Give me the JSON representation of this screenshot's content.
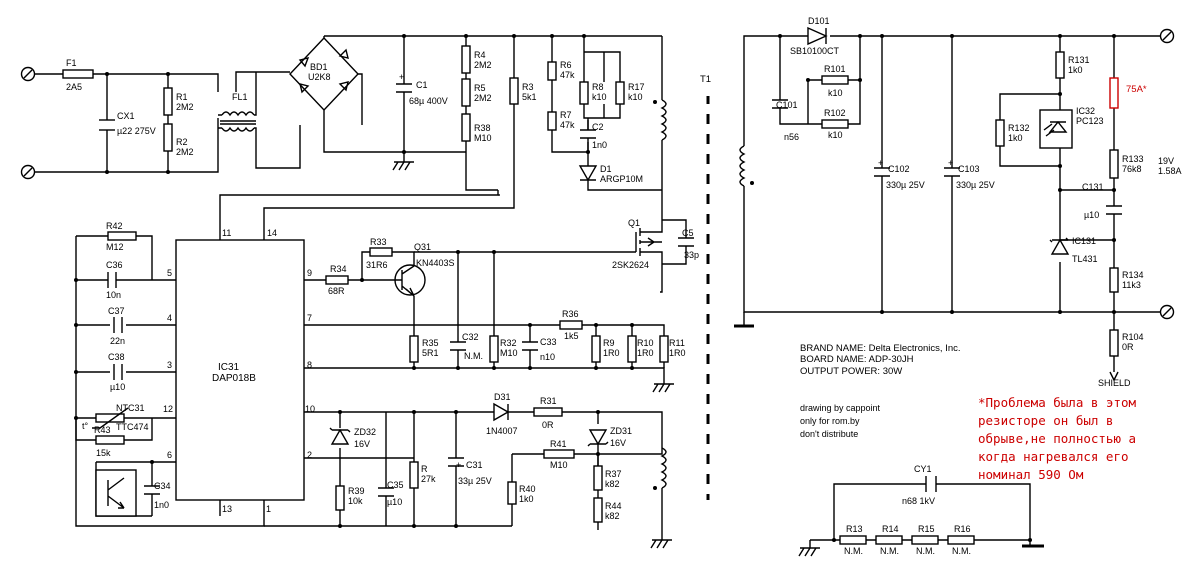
{
  "primary": {
    "fuse": {
      "ref": "F1",
      "val": "2A5"
    },
    "cx1": {
      "ref": "CX1",
      "val": "µ22 275V"
    },
    "r1": {
      "ref": "R1",
      "val": "2M2"
    },
    "r2": {
      "ref": "R2",
      "val": "2M2"
    },
    "fl1": {
      "ref": "FL1"
    },
    "bd1": {
      "ref": "BD1",
      "val": "U2K8"
    },
    "c1": {
      "ref": "C1",
      "val": "68µ 400V"
    },
    "r4": {
      "ref": "R4",
      "val": "2M2"
    },
    "r5": {
      "ref": "R5",
      "val": "2M2"
    },
    "r38": {
      "ref": "R38",
      "val": "M10"
    },
    "r3": {
      "ref": "R3",
      "val": "5k1"
    },
    "r6": {
      "ref": "R6",
      "val": "47k"
    },
    "r7": {
      "ref": "R7",
      "val": "47k"
    },
    "r8": {
      "ref": "R8",
      "val": "k10"
    },
    "r17": {
      "ref": "R17",
      "val": "k10"
    },
    "c2": {
      "ref": "C2",
      "val": "1n0"
    },
    "d1": {
      "ref": "D1",
      "val": "ARGP10M"
    },
    "t1": {
      "ref": "T1"
    },
    "q1": {
      "ref": "Q1",
      "val": "2SK2624"
    },
    "c5": {
      "ref": "C5",
      "val": "33p"
    },
    "r42": {
      "ref": "R42",
      "val": "M12"
    },
    "c36": {
      "ref": "C36",
      "val": "10n"
    },
    "c37": {
      "ref": "C37",
      "val": "22n"
    },
    "c38": {
      "ref": "C38",
      "val": "µ10"
    },
    "ntc31": {
      "ref": "NTC31",
      "val": "TTC474",
      "mark": "t°"
    },
    "r43": {
      "ref": "R43",
      "val": "15k"
    },
    "c34": {
      "ref": "C34",
      "val": "1n0"
    },
    "ic31": {
      "ref": "IC31",
      "val": "DAP018B",
      "pins": [
        "11",
        "14",
        "5",
        "4",
        "3",
        "12",
        "6",
        "13",
        "1",
        "9",
        "7",
        "8",
        "10",
        "2"
      ]
    },
    "r33": {
      "ref": "R33",
      "val": "31R6"
    },
    "q31": {
      "ref": "Q31",
      "val": "KN4403S"
    },
    "r34": {
      "ref": "R34",
      "val": "68R"
    },
    "r35": {
      "ref": "R35",
      "val": "5R1"
    },
    "c32": {
      "ref": "C32",
      "val": "N.M."
    },
    "r32": {
      "ref": "R32",
      "val": "M10"
    },
    "r36": {
      "ref": "R36",
      "val": "1k5"
    },
    "c33": {
      "ref": "C33",
      "val": "n10"
    },
    "r9": {
      "ref": "R9",
      "val": "1R0"
    },
    "r10": {
      "ref": "R10",
      "val": "1R0"
    },
    "r11": {
      "ref": "R11",
      "val": "1R0"
    },
    "zd32": {
      "ref": "ZD32",
      "val": "16V"
    },
    "r39": {
      "ref": "R39",
      "val": "10k"
    },
    "c35": {
      "ref": "C35",
      "val": "µ10"
    },
    "r": {
      "ref": "R",
      "val": "27k"
    },
    "c31": {
      "ref": "C31",
      "val": "33µ 25V"
    },
    "d31": {
      "ref": "D31",
      "val": "1N4007"
    },
    "r31": {
      "ref": "R31",
      "val": "0R"
    },
    "zd31": {
      "ref": "ZD31",
      "val": "16V"
    },
    "r41": {
      "ref": "R41",
      "val": "M10"
    },
    "r40": {
      "ref": "R40",
      "val": "1k0"
    },
    "r37": {
      "ref": "R37",
      "val": "k82"
    },
    "r44": {
      "ref": "R44",
      "val": "k82"
    }
  },
  "secondary": {
    "d101": {
      "ref": "D101",
      "val": "SB10100CT"
    },
    "r101": {
      "ref": "R101",
      "val": "k10"
    },
    "r102": {
      "ref": "R102",
      "val": "k10"
    },
    "c101": {
      "ref": "C101",
      "val": "n56"
    },
    "c102": {
      "ref": "C102",
      "val": "330µ 25V"
    },
    "c103": {
      "ref": "C103",
      "val": "330µ 25V"
    },
    "r131": {
      "ref": "R131",
      "val": "1k0"
    },
    "r75a": {
      "ref": "75A*"
    },
    "r132": {
      "ref": "R132",
      "val": "1k0"
    },
    "ic32": {
      "ref": "IC32",
      "val": "PC123"
    },
    "r133": {
      "ref": "R133",
      "val": "76k8"
    },
    "vout": {
      "volts": "19V",
      "amps": "1.58A"
    },
    "c131": {
      "ref": "C131",
      "val": "µ10"
    },
    "ic131": {
      "ref": "IC131",
      "val": "TL431"
    },
    "r134": {
      "ref": "R134",
      "val": "11k3"
    },
    "r104": {
      "ref": "R104",
      "val": "0R"
    },
    "shield": "SHIELD",
    "cy1": {
      "ref": "CY1",
      "val": "n68 1kV"
    },
    "r13": {
      "ref": "R13",
      "val": "N.M."
    },
    "r14": {
      "ref": "R14",
      "val": "N.M."
    },
    "r15": {
      "ref": "R15",
      "val": "N.M."
    },
    "r16": {
      "ref": "R16",
      "val": "N.M."
    }
  },
  "info": {
    "brand": "BRAND NAME: Delta Electronics, Inc.",
    "board": "BOARD NAME: ADP-30JH",
    "power": "OUTPUT POWER: 30W",
    "credit1": "drawing by cappoint",
    "credit2": "only for rom.by",
    "credit3": "don't distribute"
  },
  "note": [
    "*Проблема была в этом",
    "резисторе он был в",
    "обрыве,не полностью а",
    "когда нагревался его",
    "номинал 590 Ом"
  ]
}
